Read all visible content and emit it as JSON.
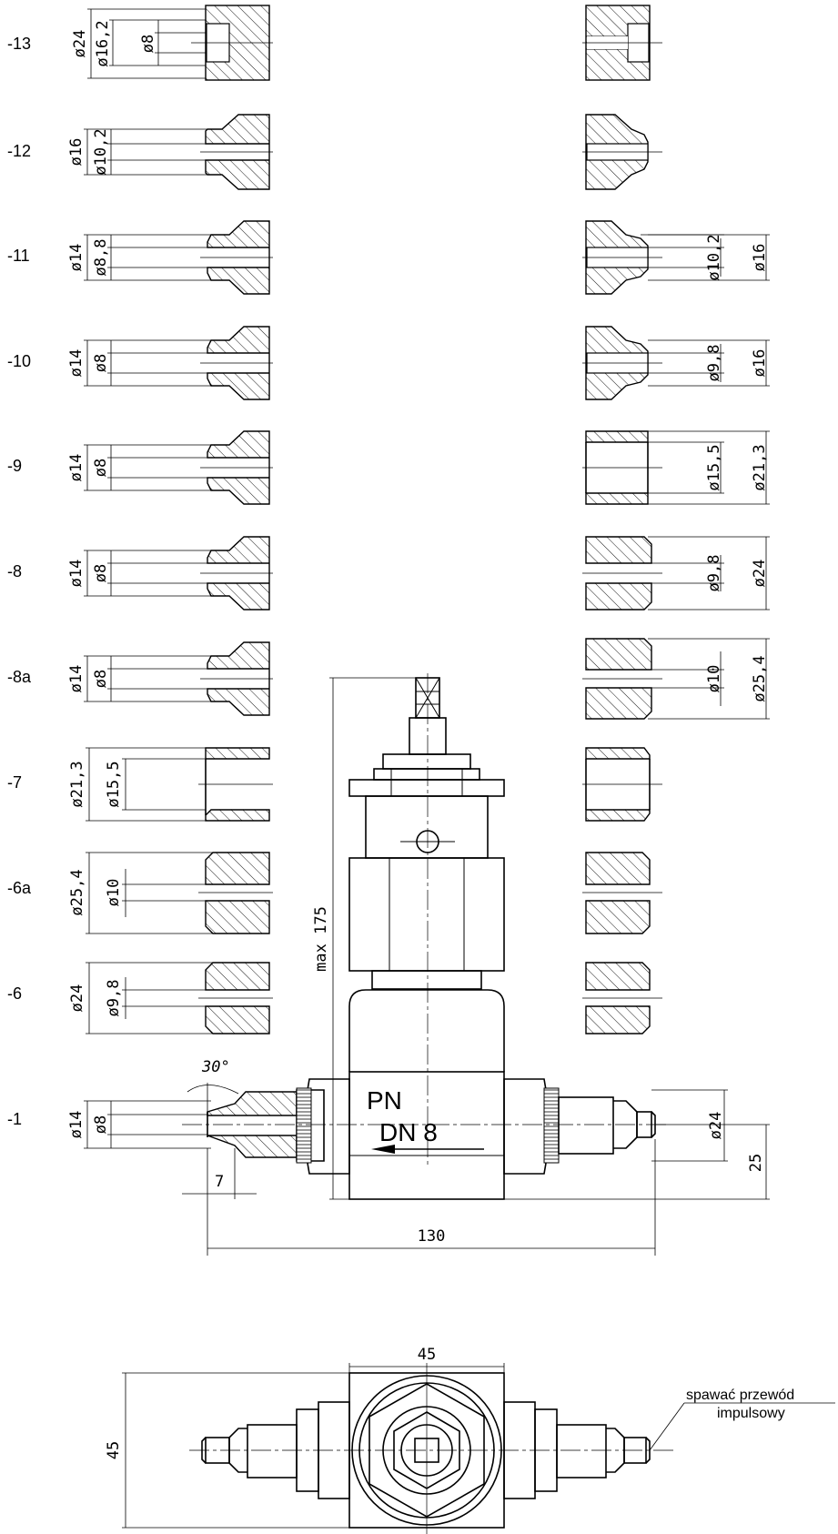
{
  "variants": [
    {
      "label": "-13",
      "left": [
        "ø24",
        "ø16,2",
        "ø8"
      ],
      "right": []
    },
    {
      "label": "-12",
      "left": [
        "ø16",
        "ø10,2"
      ],
      "right": []
    },
    {
      "label": "-11",
      "left": [
        "ø14",
        "ø8,8"
      ],
      "right": [
        "ø10,2",
        "ø16"
      ]
    },
    {
      "label": "-10",
      "left": [
        "ø14",
        "ø8"
      ],
      "right": [
        "ø9,8",
        "ø16"
      ]
    },
    {
      "label": "-9",
      "left": [
        "ø14",
        "ø8"
      ],
      "right": [
        "ø15,5",
        "ø21,3"
      ]
    },
    {
      "label": "-8",
      "left": [
        "ø14",
        "ø8"
      ],
      "right": [
        "ø9,8",
        "ø24"
      ]
    },
    {
      "label": "-8a",
      "left": [
        "ø14",
        "ø8"
      ],
      "right": [
        "ø10",
        "ø25,4"
      ]
    },
    {
      "label": "-7",
      "left": [
        "ø21,3",
        "ø15,5"
      ],
      "right": []
    },
    {
      "label": "-6a",
      "left": [
        "ø25,4",
        "ø10"
      ],
      "right": []
    },
    {
      "label": "-6",
      "left": [
        "ø24",
        "ø9,8"
      ],
      "right": []
    },
    {
      "label": "-1",
      "left": [
        "ø14",
        "ø8"
      ],
      "right": [
        "ø24"
      ]
    }
  ],
  "main": {
    "pn": "PN",
    "dn": "DN 8",
    "angle": "30°",
    "max_height": "max 175",
    "width": "130",
    "chamfer": "7",
    "height_25": "25"
  },
  "bottom": {
    "width_45": "45",
    "height_45": "45",
    "note_line1": "spawać przewód",
    "note_line2": "impulsowy"
  }
}
